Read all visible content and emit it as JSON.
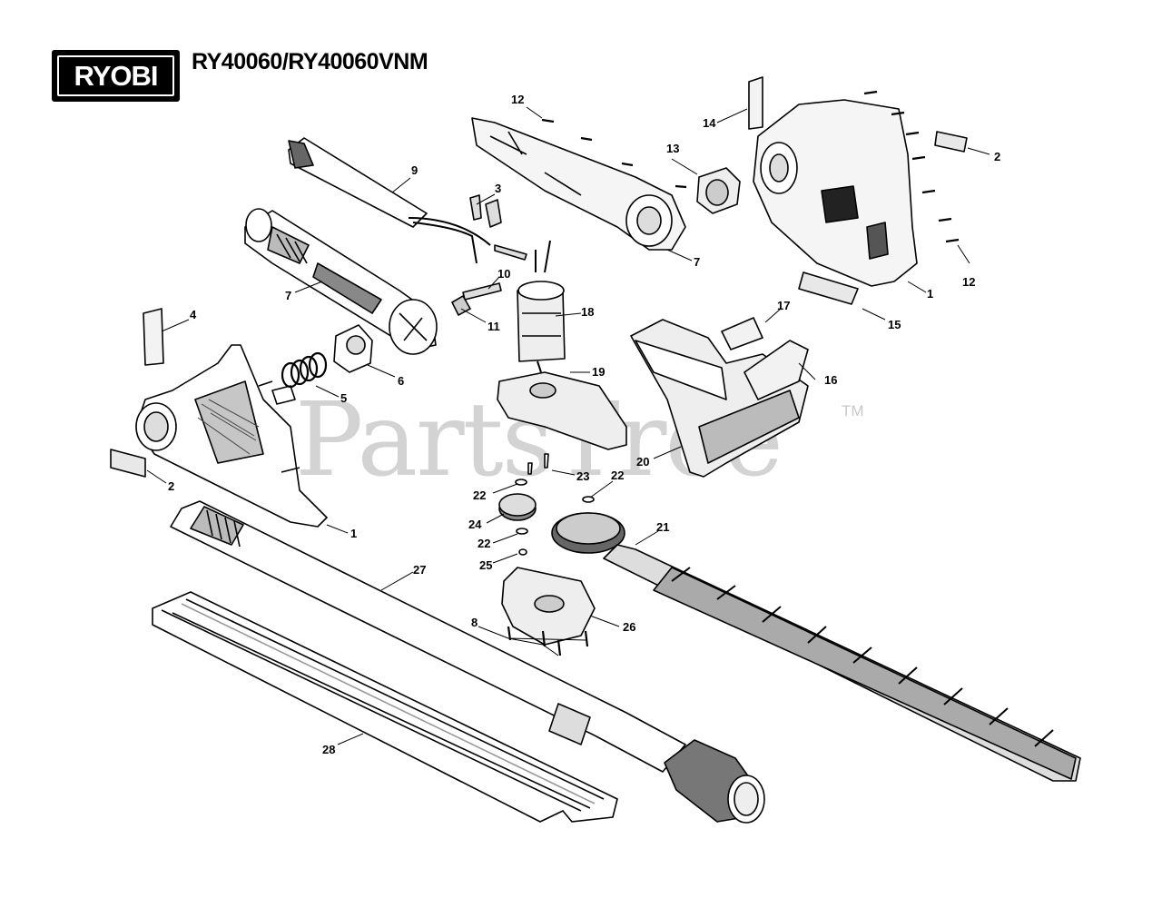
{
  "header": {
    "brand_logo_text": "RYOBI",
    "model_title": "RY40060/RY40060VNM"
  },
  "watermark": {
    "text": "PartsTree",
    "trademark": "TM"
  },
  "callouts": {
    "c1a": "1",
    "c1b": "1",
    "c2a": "2",
    "c2b": "2",
    "c3": "3",
    "c4": "4",
    "c5": "5",
    "c6": "6",
    "c7a": "7",
    "c7b": "7",
    "c8": "8",
    "c9": "9",
    "c10": "10",
    "c11": "11",
    "c12a": "12",
    "c12b": "12",
    "c13": "13",
    "c14": "14",
    "c15": "15",
    "c16": "16",
    "c17": "17",
    "c18": "18",
    "c19": "19",
    "c20": "20",
    "c21": "21",
    "c22a": "22",
    "c22b": "22",
    "c22c": "22",
    "c23": "23",
    "c24": "24",
    "c25": "25",
    "c26": "26",
    "c27": "27",
    "c28": "28"
  },
  "colors": {
    "line": "#000000",
    "part_fill": "#ffffff",
    "part_shade": "#b5b5b5",
    "watermark": "#d3d3d3"
  }
}
